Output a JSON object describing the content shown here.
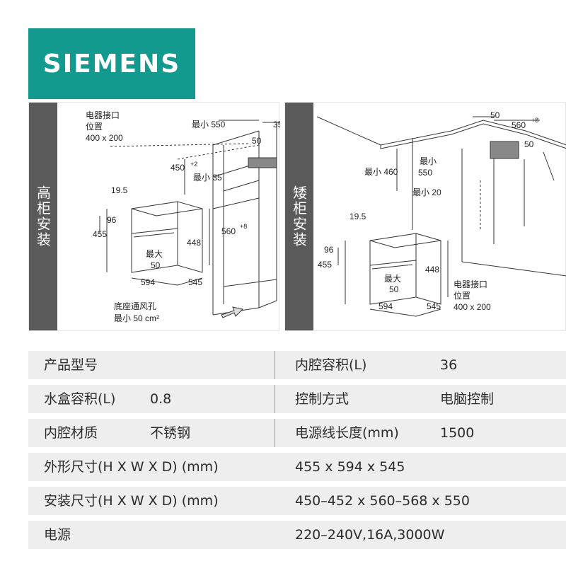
{
  "brand": {
    "logo_text": "SIEMENS",
    "color": "#129a8f"
  },
  "diagram_tall": {
    "side_label": "高柜安装",
    "socket_label": [
      "电器接口",
      "位置",
      "400 x 200"
    ],
    "min_550": "最小 550",
    "dim_35": "35",
    "dim_50_top": "50",
    "dim_450": "450",
    "dim_450_sup": "+2",
    "dim_50_right": "50",
    "min_35": "最小 35",
    "dim_19_5": "19.5",
    "dim_96": "96",
    "dim_455": "455",
    "dim_448": "448",
    "max_50": [
      "最大",
      "50"
    ],
    "dim_594": "594",
    "dim_545": "545",
    "dim_560": "560",
    "dim_560_sup": "+8",
    "vent_label": [
      "底座通风孔",
      "最小 50 cm²"
    ]
  },
  "diagram_low": {
    "side_label": "矮柜安装",
    "dim_50_top": "50",
    "dim_560": "560",
    "dim_560_sup": "+8",
    "dim_50_right": "50",
    "min_550": [
      "最小",
      "550"
    ],
    "min_460": "最小 460",
    "min_20": "最小 20",
    "dim_19_5": "19.5",
    "dim_96": "96",
    "dim_455": "455",
    "dim_448": "448",
    "max_50": [
      "最大",
      "50"
    ],
    "dim_594": "594",
    "dim_545": "545",
    "socket_label": [
      "电器接口",
      "位置",
      "400 x 200"
    ]
  },
  "specs": [
    {
      "k1": "产品型号",
      "v1": "",
      "k2": "内腔容积(L)",
      "v2": "36"
    },
    {
      "k1": "水盒容积(L)",
      "v1": "0.8",
      "k2": "控制方式",
      "v2": "电脑控制"
    },
    {
      "k1": "内腔材质",
      "v1": "不锈钢",
      "k2": "电源线长度(mm)",
      "v2": "1500"
    },
    {
      "k1": "外形尺寸(H X W X D) (mm)",
      "value": "455 x 594 x 545"
    },
    {
      "k1": "安装尺寸(H X W X D) (mm)",
      "value": "450–452 x 560–568 x 550"
    },
    {
      "k1": "电源",
      "value": "220–240V,16A,3000W"
    }
  ]
}
